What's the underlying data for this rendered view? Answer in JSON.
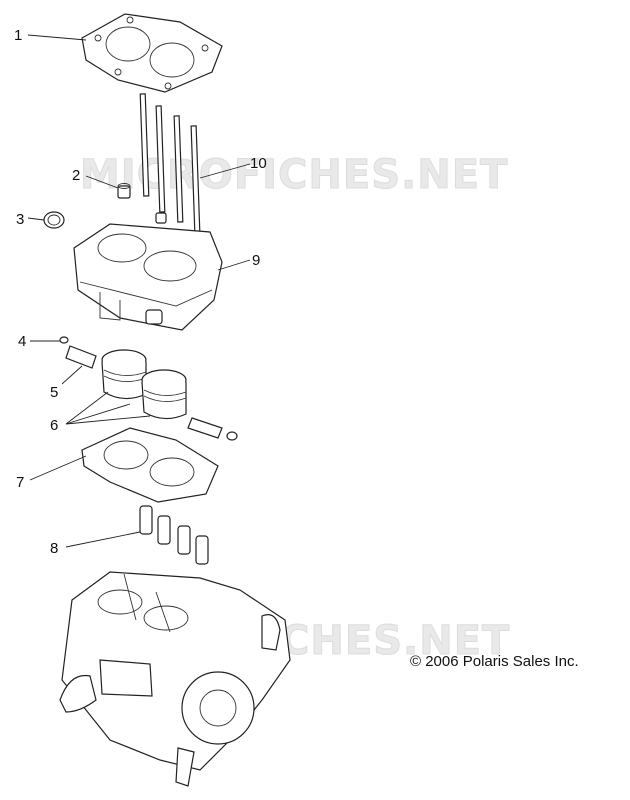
{
  "watermark": {
    "top": "MICROFICHES.NET",
    "bottom": "MICROFICHES.NET"
  },
  "copyright": "© 2006 Polaris Sales Inc.",
  "callouts": {
    "c1": "1",
    "c2": "2",
    "c3": "3",
    "c4": "4",
    "c5": "5",
    "c6": "6",
    "c7": "7",
    "c8": "8",
    "c9": "9",
    "c10": "10"
  }
}
